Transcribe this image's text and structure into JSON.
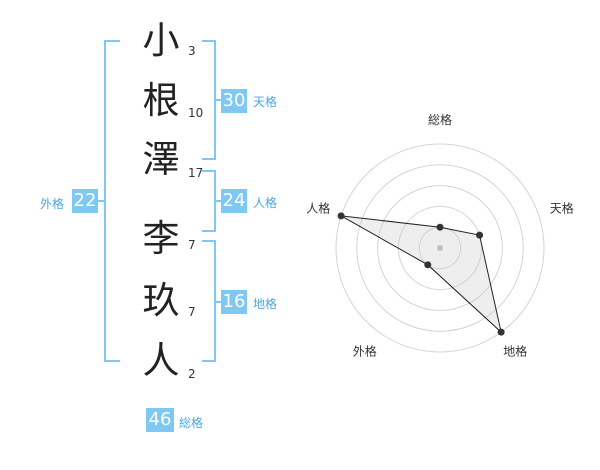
{
  "name": {
    "chars": [
      {
        "char": "小",
        "strokes": "3"
      },
      {
        "char": "根",
        "strokes": "10"
      },
      {
        "char": "澤",
        "strokes": "17"
      },
      {
        "char": "李",
        "strokes": "7"
      },
      {
        "char": "玖",
        "strokes": "7"
      },
      {
        "char": "人",
        "strokes": "2"
      }
    ]
  },
  "fortune": {
    "tenkaku": {
      "value": "30",
      "label": "天格"
    },
    "jinkaku": {
      "value": "24",
      "label": "人格"
    },
    "chikaku": {
      "value": "16",
      "label": "地格"
    },
    "gaikaku": {
      "value": "22",
      "label": "外格"
    },
    "soukaku": {
      "value": "46",
      "label": "総格"
    }
  },
  "chart_data": {
    "type": "radar",
    "axes": [
      "総格",
      "天格",
      "地格",
      "外格",
      "人格"
    ],
    "values": [
      1,
      2,
      5,
      1,
      5
    ],
    "range": [
      0,
      5
    ],
    "rings": 5,
    "grid": true
  }
}
